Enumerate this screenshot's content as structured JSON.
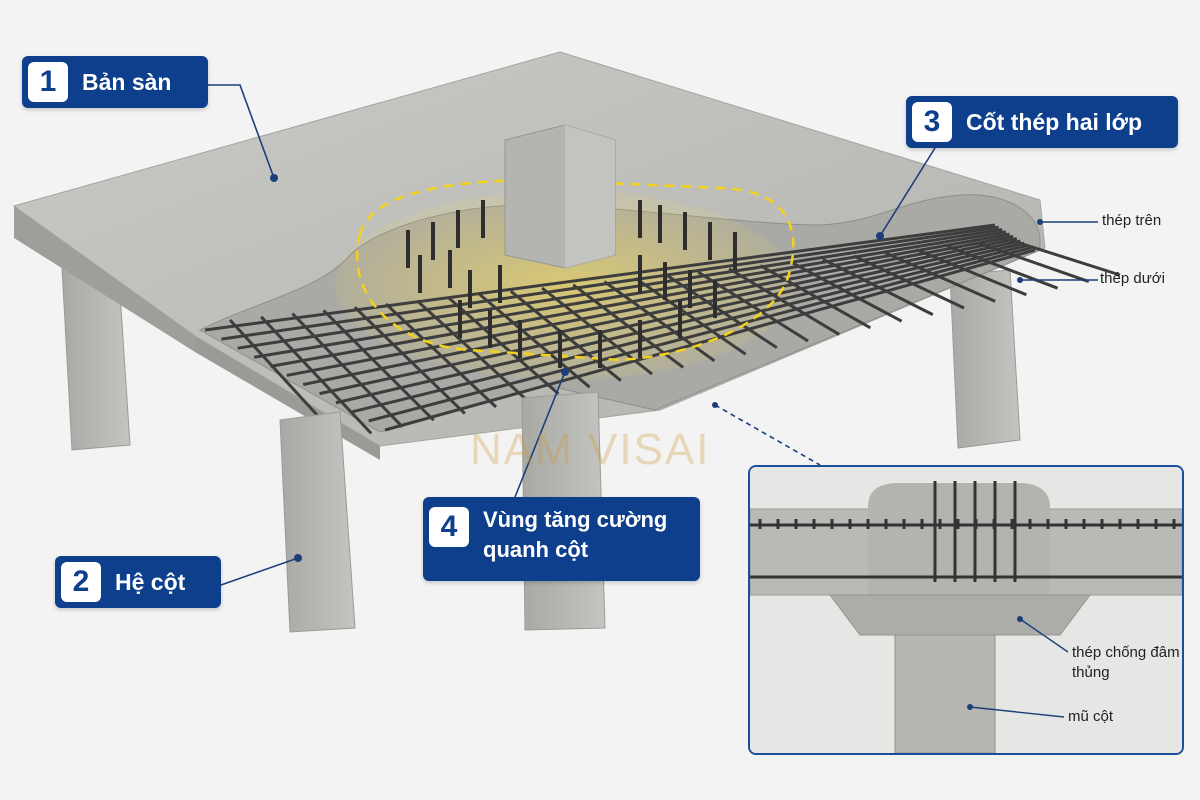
{
  "callouts": [
    {
      "number": "1",
      "label": "Bản sàn"
    },
    {
      "number": "2",
      "label": "Hệ cột"
    },
    {
      "number": "3",
      "label": "Cốt thép hai lớp"
    },
    {
      "number": "4",
      "label": "Vùng tăng cường quanh cột"
    }
  ],
  "side_labels": {
    "top_steel": "thép trên",
    "bottom_steel": "thép dưới"
  },
  "inset": {
    "punching_steel": "thép chống đâm thủng",
    "column_cap": "mũ cột"
  },
  "watermark": "NAM VISAI",
  "colors": {
    "callout_blue": "#0e3f8c",
    "concrete": "#b7b7b3",
    "rebar": "#3a3a3a",
    "highlight": "#f2d21c"
  }
}
